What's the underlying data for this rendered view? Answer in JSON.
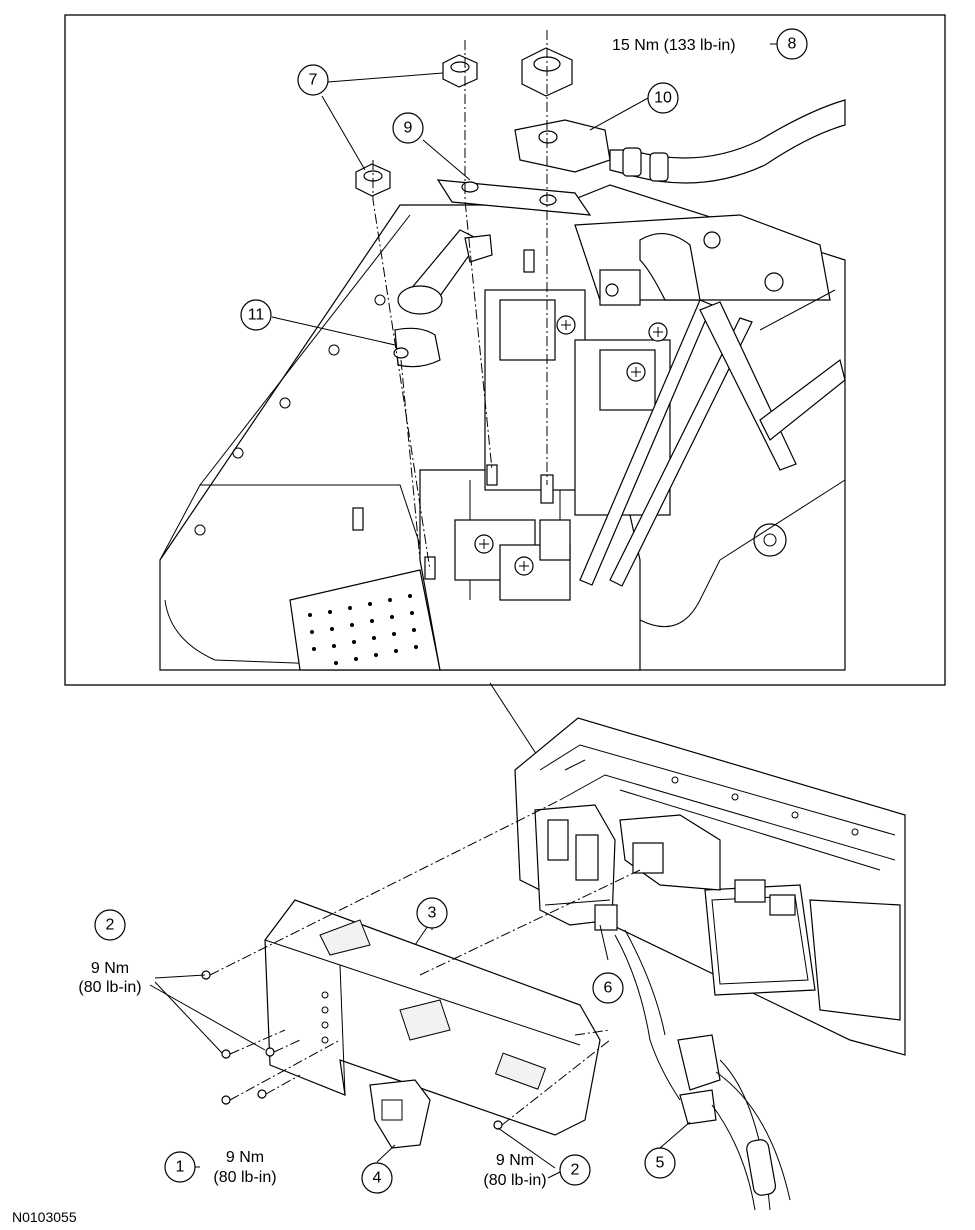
{
  "figure_id": "N0103055",
  "callouts": [
    {
      "id": "c1",
      "number": "1"
    },
    {
      "id": "c2a",
      "number": "2"
    },
    {
      "id": "c2b",
      "number": "2"
    },
    {
      "id": "c3",
      "number": "3"
    },
    {
      "id": "c4",
      "number": "4"
    },
    {
      "id": "c5",
      "number": "5"
    },
    {
      "id": "c6",
      "number": "6"
    },
    {
      "id": "c7",
      "number": "7"
    },
    {
      "id": "c8",
      "number": "8"
    },
    {
      "id": "c9",
      "number": "9"
    },
    {
      "id": "c10",
      "number": "10"
    },
    {
      "id": "c11",
      "number": "11"
    }
  ],
  "torques": {
    "t8": "15 Nm (133 lb-in)",
    "t2a_nm": "9 Nm",
    "t2a_lb": "(80 lb-in)",
    "t1_nm": "9 Nm",
    "t1_lb": "(80 lb-in)",
    "t2b_nm": "9 Nm",
    "t2b_lb": "(80 lb-in)"
  }
}
